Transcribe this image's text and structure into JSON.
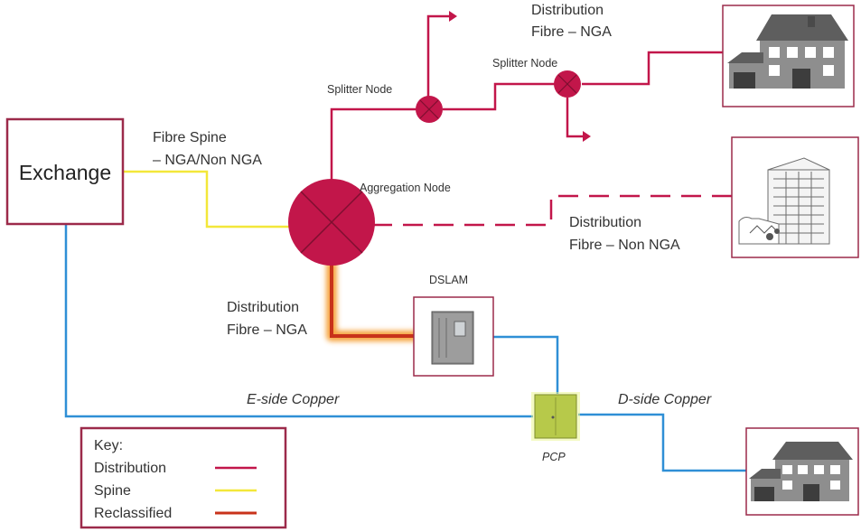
{
  "colors": {
    "distribution": "#c2164a",
    "spine": "#f3e73a",
    "copper": "#2f8fd6",
    "reclassified_core": "#c8321a",
    "reclassified_glow": "#f59a2c",
    "box_border": "#9c2a4a",
    "house_gray": "#6b6b6b",
    "pcp_fill": "#b7c94a"
  },
  "nodes": {
    "exchange": "Exchange",
    "aggregation": "Aggregation Node",
    "splitter_1": "Splitter Node",
    "splitter_2": "Splitter Node",
    "dslam": "DSLAM",
    "pcp": "PCP"
  },
  "links": {
    "fibre_spine_line1": "Fibre Spine",
    "fibre_spine_line2": "– NGA/Non NGA",
    "dist_top_line1": "Distribution",
    "dist_top_line2": "Fibre – NGA",
    "dist_nonnga_line1": "Distribution",
    "dist_nonnga_line2": "Fibre – Non NGA",
    "dist_left_line1": "Distribution",
    "dist_left_line2": "Fibre – NGA",
    "eside": "E-side Copper",
    "dside": "D-side Copper"
  },
  "key": {
    "title": "Key:",
    "items": [
      "Distribution",
      "Spine",
      "Reclassified"
    ]
  },
  "icons": {
    "house_top": "house-icon",
    "office": "office-building-icon",
    "house_bottom": "house-icon",
    "dslam": "dslam-cabinet-icon",
    "pcp": "pcp-cabinet-icon"
  }
}
